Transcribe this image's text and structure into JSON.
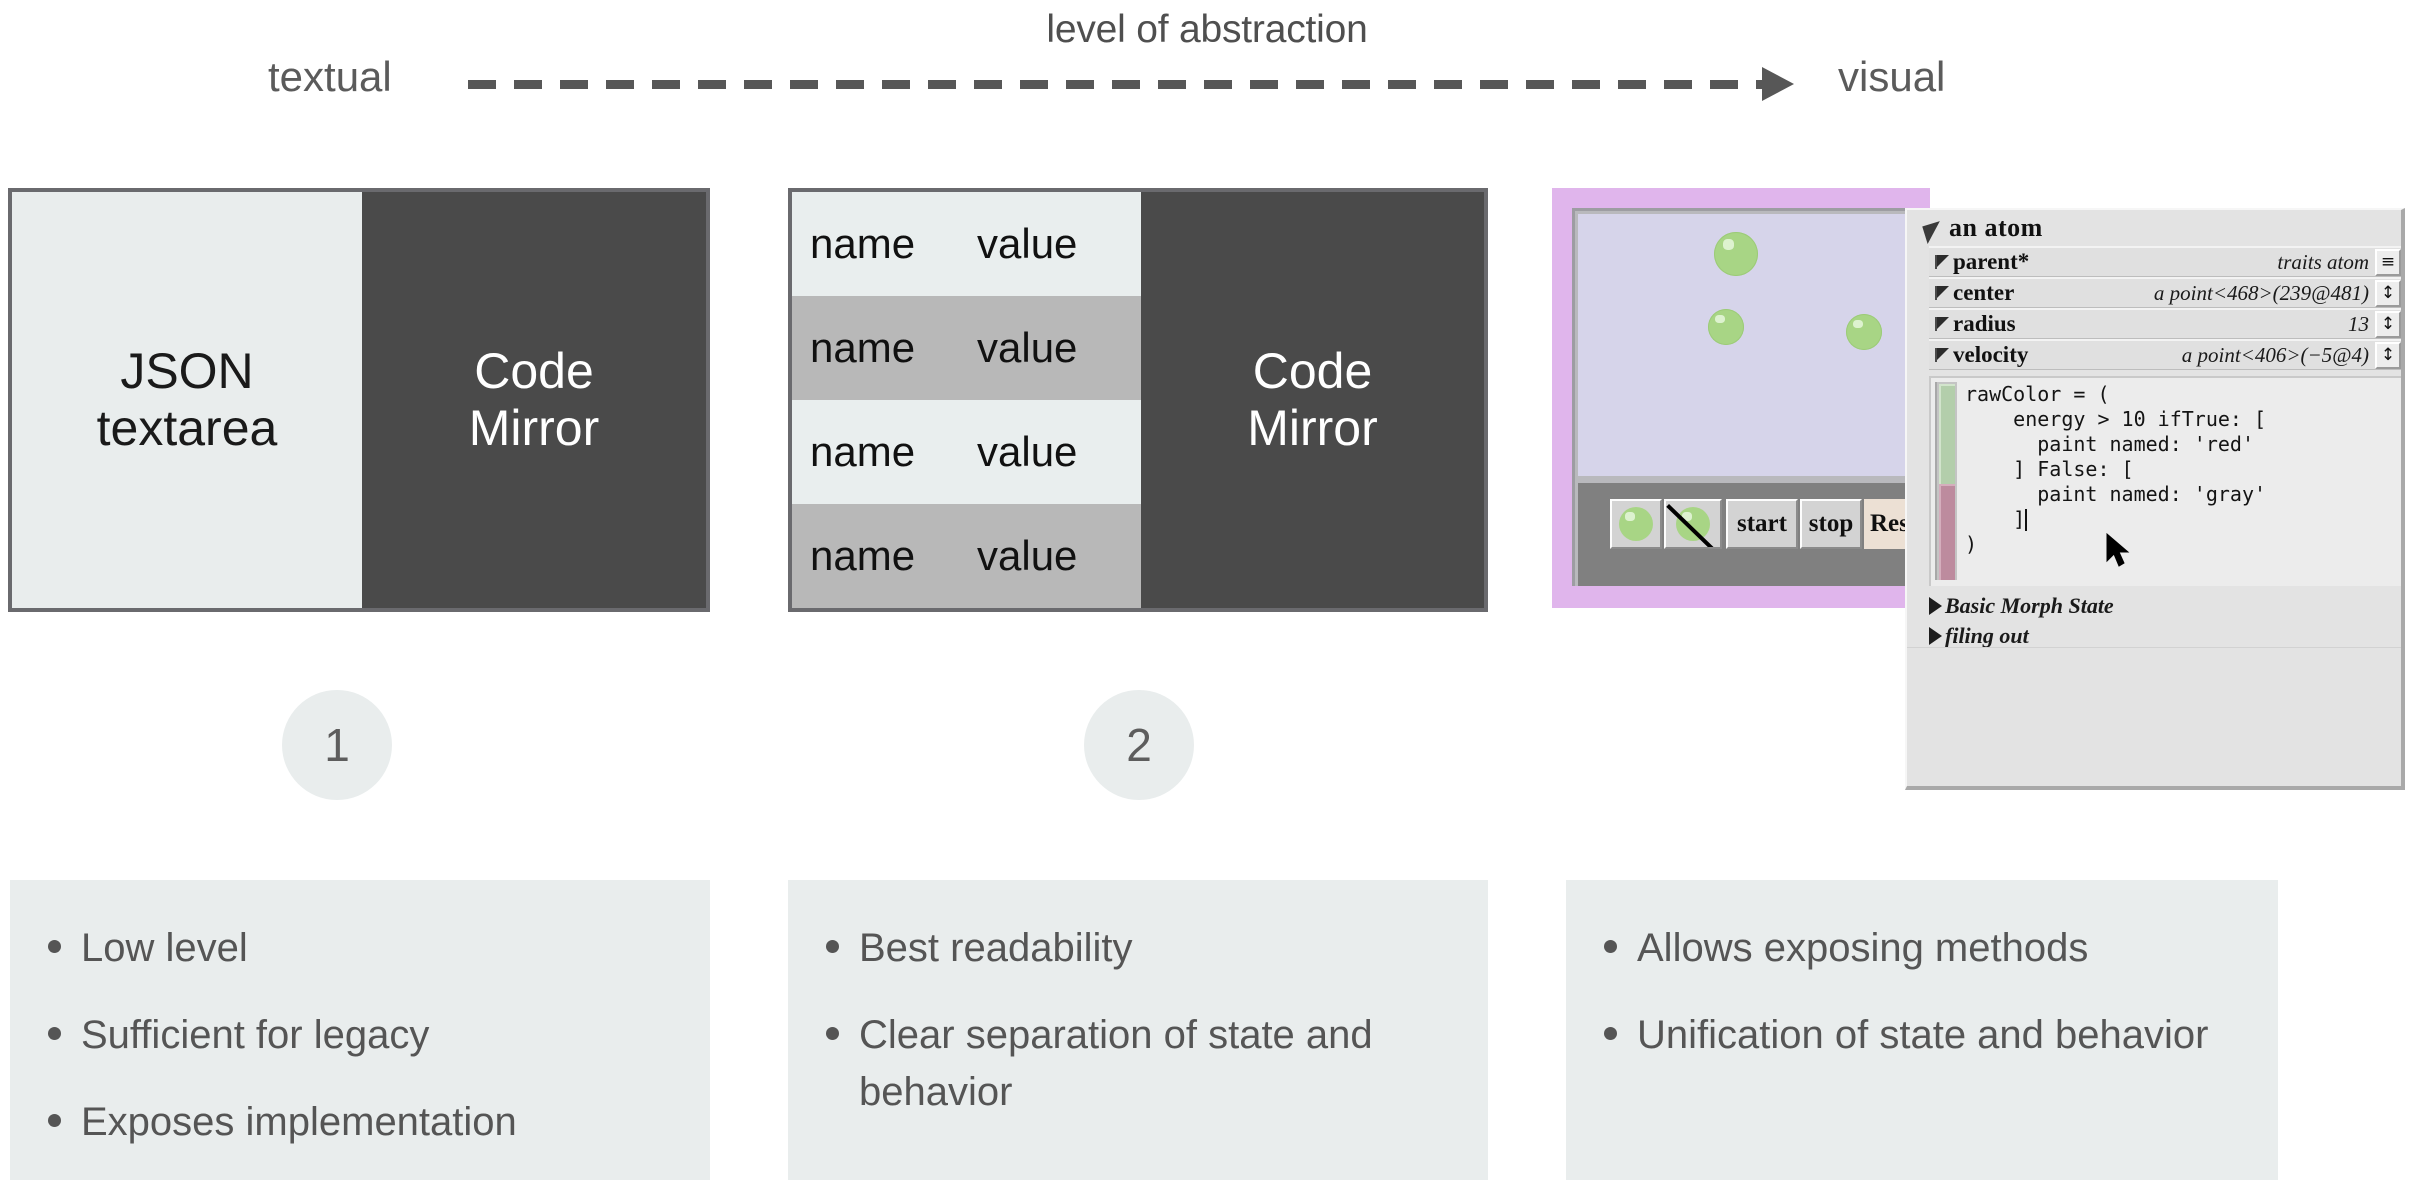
{
  "axis": {
    "caption": "level of abstraction",
    "left_label": "textual",
    "right_label": "visual",
    "line_style": "dashed",
    "arrow_direction": "right",
    "color": "#575757"
  },
  "panels": [
    {
      "id": 1,
      "badge": "1",
      "left_label": "JSON\ntextarea",
      "right_label": "Code\nMirror",
      "left_bg": "#e9eded",
      "right_bg": "#4a4a4a"
    },
    {
      "id": 2,
      "badge": "2",
      "right_label": "Code\nMirror",
      "table": {
        "rows": [
          {
            "name": "name",
            "value": "value"
          },
          {
            "name": "name",
            "value": "value"
          },
          {
            "name": "name",
            "value": "value"
          },
          {
            "name": "name",
            "value": "value"
          }
        ]
      }
    }
  ],
  "panel1": {
    "left_line_1": "JSON",
    "left_line_2": "textarea",
    "right_line_1": "Code",
    "right_line_2": "Mirror"
  },
  "panel2": {
    "right_line_1": "Code",
    "right_line_2": "Mirror"
  },
  "morph": {
    "world_color": "#e0b5ec",
    "canvas_color": "#d6d4ea",
    "toolbar_color": "#808080",
    "atom_color": "#a8d585",
    "buttons": [
      {
        "name": "add-atom",
        "label": ""
      },
      {
        "name": "remove-atom",
        "label": ""
      },
      {
        "name": "start",
        "label": "start"
      },
      {
        "name": "stop",
        "label": "stop"
      },
      {
        "name": "reset",
        "label": "Resi"
      }
    ],
    "atom_count": 3
  },
  "inspector": {
    "title": "an atom",
    "properties": [
      {
        "name": "parent*",
        "value": "traits atom",
        "control": "≡"
      },
      {
        "name": "center",
        "value": "a point<468>(239@481)",
        "control": "↕"
      },
      {
        "name": "radius",
        "value": "13",
        "control": "↕"
      },
      {
        "name": "velocity",
        "value": "a point<406>(−5@4)",
        "control": "↕"
      }
    ],
    "code": "rawColor = (\n    energy > 10 ifTrue: [\n      paint named: 'red'\n    ] False: [\n      paint named: 'gray'\n    ]\n)",
    "tree_rows": [
      "Basic Morph State",
      "filing out"
    ],
    "scrollbar_colors": {
      "top": "#b3ceab",
      "bottom": "#bd8b9e"
    }
  },
  "badges": {
    "one": "1",
    "two": "2"
  },
  "bullets": {
    "column_1": [
      "Low level",
      "Sufficient for legacy",
      "Exposes implementation"
    ],
    "column_2": [
      "Best readability",
      "Clear separation of state and behavior"
    ],
    "column_3": [
      "Allows exposing methods",
      "Unification of state and behavior"
    ]
  },
  "colors": {
    "background": "#ffffff",
    "panel_light": "#e9eded",
    "panel_dark": "#4a4a4a",
    "row_alt": "#b8b8b8",
    "text_gray": "#555555",
    "border": "#6a6a6e"
  }
}
